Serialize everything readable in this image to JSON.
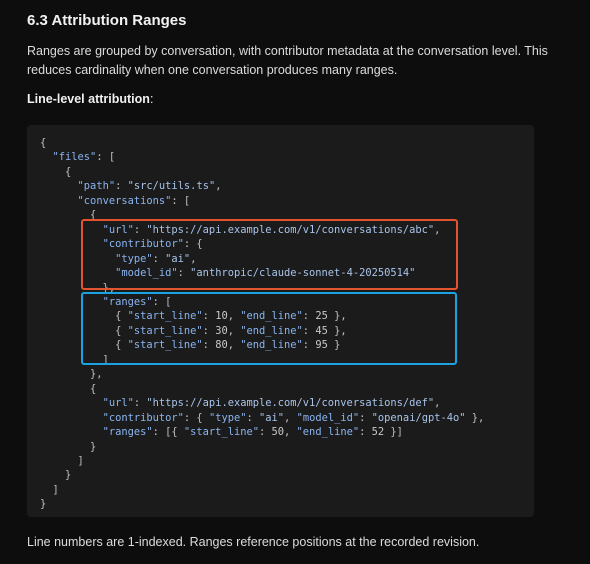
{
  "section": {
    "heading": "6.3 Attribution Ranges",
    "intro": "Ranges are grouped by conversation, with contributor metadata at the conversation level. This reduces cardinality when one conversation produces many ranges.",
    "label_bold": "Line-level attribution",
    "label_suffix": ":",
    "footer": "Line numbers are 1-indexed. Ranges reference positions at the recorded revision."
  },
  "code": {
    "lines": [
      "{",
      "  \"files\": [",
      "    {",
      "      \"path\": \"src/utils.ts\",",
      "      \"conversations\": [",
      "        {",
      "          \"url\": \"https://api.example.com/v1/conversations/abc\",",
      "          \"contributor\": {",
      "            \"type\": \"ai\",",
      "            \"model_id\": \"anthropic/claude-sonnet-4-20250514\"",
      "          },",
      "          \"ranges\": [",
      "            { \"start_line\": 10, \"end_line\": 25 },",
      "            { \"start_line\": 30, \"end_line\": 45 },",
      "            { \"start_line\": 80, \"end_line\": 95 }",
      "          ]",
      "        },",
      "        {",
      "          \"url\": \"https://api.example.com/v1/conversations/def\",",
      "          \"contributor\": { \"type\": \"ai\", \"model_id\": \"openai/gpt-4o\" },",
      "          \"ranges\": [{ \"start_line\": 50, \"end_line\": 52 }]",
      "        }",
      "      ]",
      "    }",
      "  ]",
      "}"
    ]
  },
  "colors": {
    "background": "#0d0d0d",
    "code_background": "#1b1b1b",
    "highlight_contributor": "#e1542f",
    "highlight_ranges": "#1ba2e0",
    "json_key": "#8ab4f0",
    "json_string": "#a8c4ea"
  }
}
